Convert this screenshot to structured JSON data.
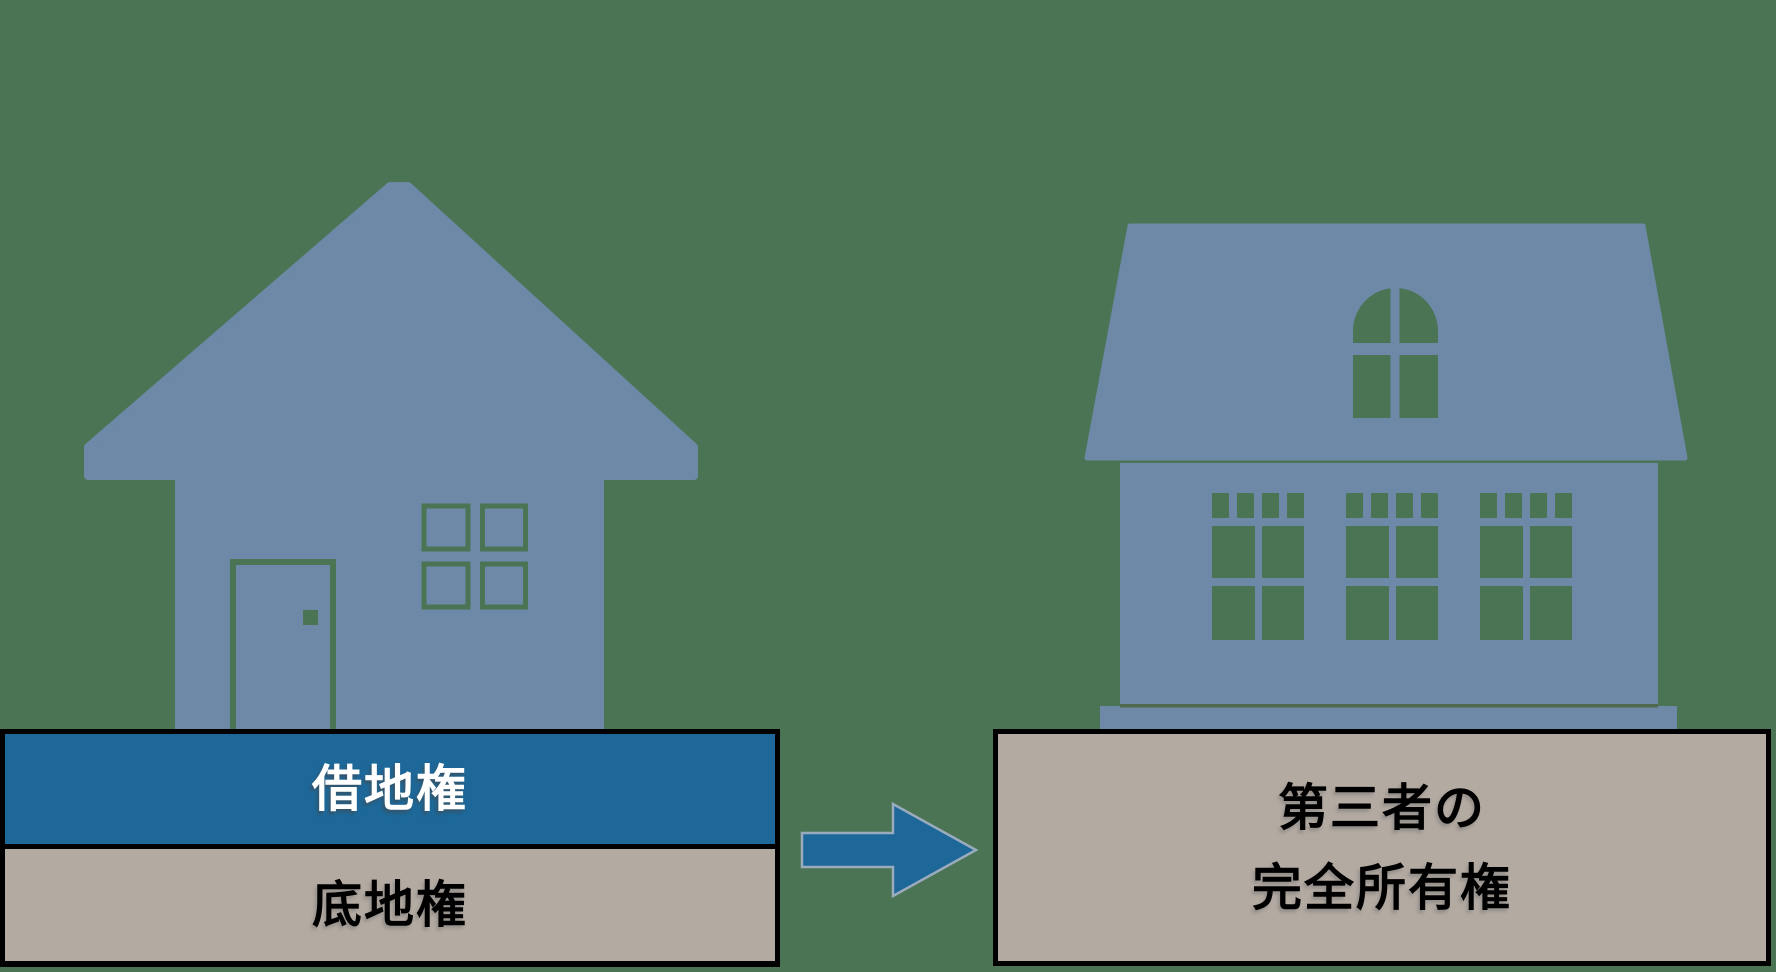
{
  "canvas": {
    "background_color": "#4a7453"
  },
  "colors": {
    "house_blue": "#6d89a7",
    "box_blue": "#1d6899",
    "box_gray": "#b3aaa2",
    "border_black": "#000000",
    "arrow_fill": "#1d6899",
    "arrow_outline": "#9aabbe",
    "leasehold_text_color": "#ffffff",
    "land_text_color": "#000000"
  },
  "left_property": {
    "house_icon": "small-house-icon",
    "leasehold_box": {
      "label": "借地権",
      "fill": "#1d6899"
    },
    "land_box": {
      "label": "底地権",
      "fill": "#b3aaa2"
    }
  },
  "arrow": {
    "direction": "right",
    "fill": "#1d6899"
  },
  "right_property": {
    "house_icon": "large-house-icon",
    "ownership_box": {
      "label_line1": "第三者の",
      "label_line2": "完全所有権",
      "fill": "#b3aaa2"
    }
  }
}
